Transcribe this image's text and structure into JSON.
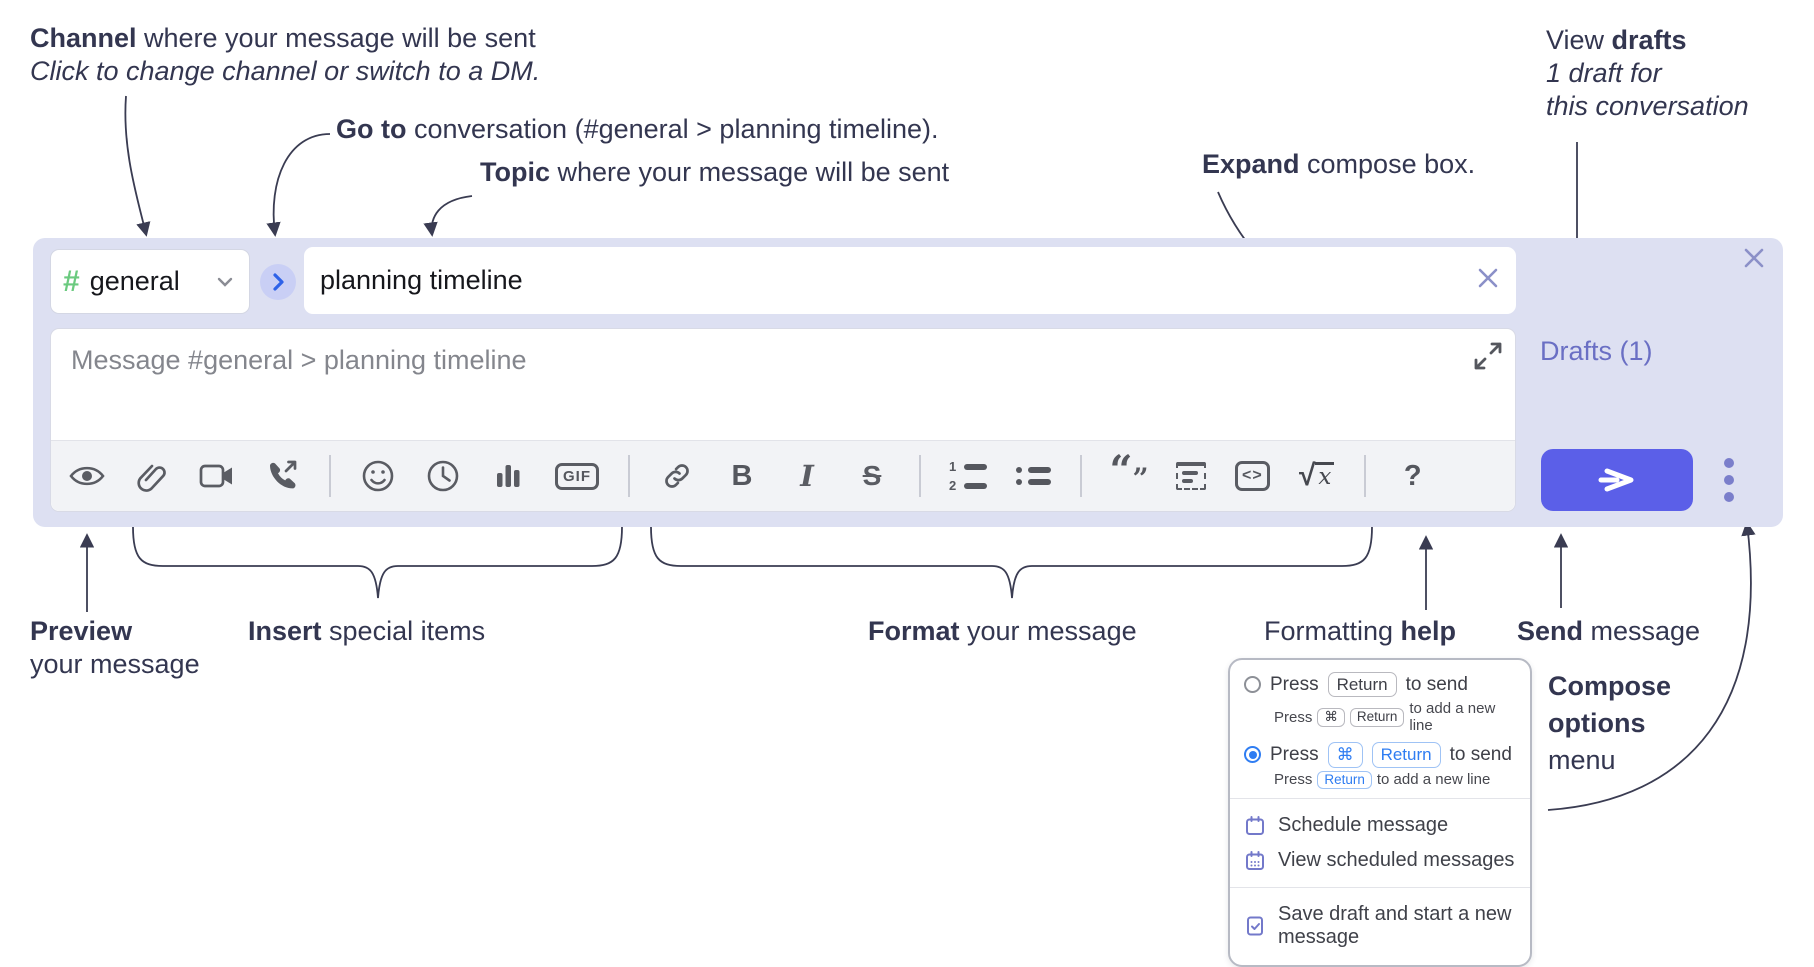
{
  "annotations": {
    "channel": {
      "bold": "Channel",
      "rest": " where your message will be sent",
      "line2": "Click to change channel or switch to a DM."
    },
    "goto": {
      "bold": "Go to",
      "rest": " conversation (#general > planning timeline)."
    },
    "topic": {
      "bold": "Topic",
      "rest": " where your message will be sent"
    },
    "view_drafts": {
      "pre": "View ",
      "bold": "drafts",
      "line2": "1 draft for",
      "line3": "this conversation"
    },
    "expand": {
      "bold": "Expand",
      "rest": " compose box."
    },
    "preview": {
      "bold": "Preview",
      "line2": "your message"
    },
    "insert": {
      "bold": "Insert",
      "rest": " special items"
    },
    "format": {
      "bold": "Format",
      "rest": " your message"
    },
    "formatting_help": {
      "pre": "Formatting ",
      "bold": "help"
    },
    "send": {
      "bold": "Send",
      "rest": " message"
    },
    "compose_options": {
      "line1": "Compose",
      "line2": "options",
      "line3": "menu"
    }
  },
  "compose": {
    "channel_hash": "#",
    "channel_name": "general",
    "topic_value": "planning timeline",
    "message_placeholder": "Message #general > planning timeline",
    "drafts_label": "Drafts (1)",
    "gif_label": "GIF",
    "code_label": "<>",
    "bold_label": "B",
    "italic_label": "I",
    "strike_label": "S",
    "ol_1": "1",
    "ol_2": "2",
    "quote_open": "“",
    "quote_close": "”",
    "math_sqrt": "√",
    "math_x": "x",
    "help_label": "?"
  },
  "menu": {
    "option1": {
      "prefix": "Press",
      "key": "Return",
      "suffix": "to send",
      "sub_prefix": "Press",
      "sub_key1": "⌘",
      "sub_key2": "Return",
      "sub_suffix": "to add a new line",
      "selected": false
    },
    "option2": {
      "prefix": "Press",
      "key1": "⌘",
      "key2": "Return",
      "suffix": "to send",
      "sub_prefix": "Press",
      "sub_key": "Return",
      "sub_suffix": "to add a new line",
      "selected": true
    },
    "items": [
      {
        "icon": "calendar-icon",
        "label": "Schedule message"
      },
      {
        "icon": "calendar-grid-icon",
        "label": "View scheduled messages"
      },
      {
        "icon": "draft-check-icon",
        "label": "Save draft and start a new message"
      }
    ]
  },
  "colors": {
    "compose_background": "#dde0f2",
    "send_button": "#5b5fe8",
    "drafts_link": "#6a6fc4",
    "channel_hash_green": "#6bca7f",
    "selected_blue": "#2f7df2",
    "menu_icon_purple": "#7379ca",
    "annotation_ink": "#333650",
    "toolbar_icon_gray": "#5a5c63"
  }
}
